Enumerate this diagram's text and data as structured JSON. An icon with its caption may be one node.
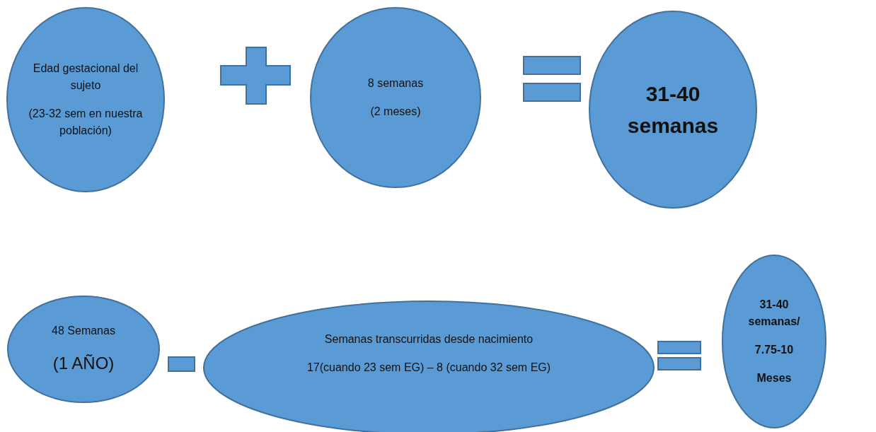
{
  "diagram": {
    "nodes": [
      {
        "text": [
          "Edad gestacional del sujeto",
          "(23-32 sem en nuestra población)"
        ]
      },
      {
        "text": [
          "8 semanas",
          "(2 meses)"
        ]
      },
      {
        "text": [
          "31-40 semanas"
        ]
      },
      {
        "text": [
          "48 Semanas",
          "(1 AÑO)"
        ]
      },
      {
        "text": [
          "Semanas transcurridas desde nacimiento",
          "17(cuando 23 sem EG) – 8 (cuando 32 sem EG)"
        ]
      },
      {
        "text": [
          "31-40 semanas/",
          "7.75-10",
          "Meses"
        ]
      }
    ]
  }
}
